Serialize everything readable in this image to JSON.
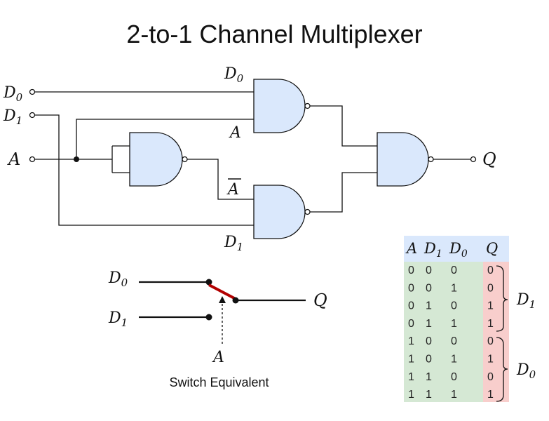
{
  "title": "2-to-1 Channel Multiplexer",
  "caption": "Switch Equivalent",
  "signals": {
    "d0": {
      "base": "D",
      "sub": "0"
    },
    "d1": {
      "base": "D",
      "sub": "1"
    },
    "a": "A",
    "q": "Q"
  },
  "truth_table": {
    "headers": [
      {
        "base": "A",
        "sub": ""
      },
      {
        "base": "D",
        "sub": "1"
      },
      {
        "base": "D",
        "sub": "0"
      },
      {
        "base": "Q",
        "sub": ""
      }
    ],
    "rows": [
      [
        "0",
        "0",
        "0",
        "0"
      ],
      [
        "0",
        "0",
        "1",
        "0"
      ],
      [
        "0",
        "1",
        "0",
        "1"
      ],
      [
        "0",
        "1",
        "1",
        "1"
      ],
      [
        "1",
        "0",
        "0",
        "0"
      ],
      [
        "1",
        "0",
        "1",
        "1"
      ],
      [
        "1",
        "1",
        "0",
        "0"
      ],
      [
        "1",
        "1",
        "1",
        "1"
      ]
    ],
    "brace_labels": [
      {
        "base": "D",
        "sub": "1"
      },
      {
        "base": "D",
        "sub": "0"
      }
    ]
  },
  "colors": {
    "gate_fill": "#dae8fc",
    "header_fill": "#dae8fc",
    "input_fill": "#d5e8d4",
    "output_fill": "#f8cecc",
    "switch_arm": "#b20000"
  }
}
